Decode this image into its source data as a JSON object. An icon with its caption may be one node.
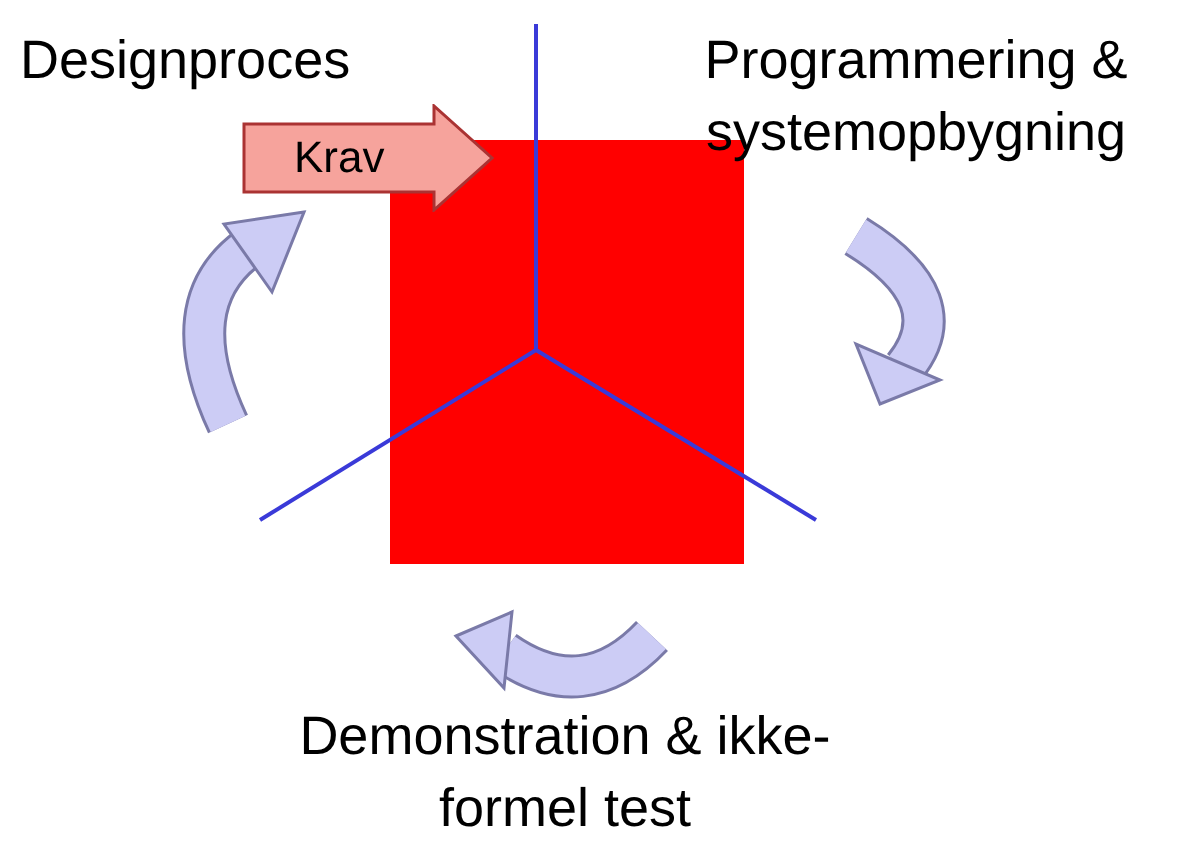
{
  "diagram": {
    "nodes": [
      {
        "text": [
          "Designproces"
        ]
      },
      {
        "text": [
          "Programmering & systemopbygning"
        ]
      },
      {
        "text": [
          "Demonstration & ikke-formel test"
        ]
      },
      {
        "text": [
          "Krav"
        ]
      },
      {
        "text": [],
        "shape": "box"
      }
    ]
  }
}
